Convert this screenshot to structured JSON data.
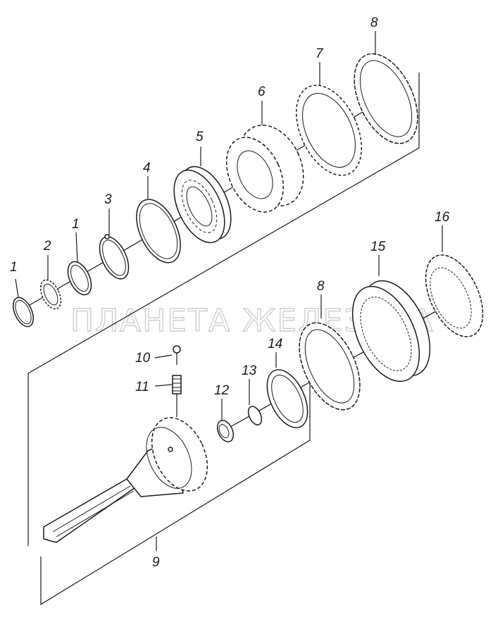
{
  "watermark": "ПЛАНЕТА ЖЕЛЕЗЯКА",
  "callouts": {
    "c1a": "1",
    "c2": "2",
    "c1b": "1",
    "c3": "3",
    "c4": "4",
    "c5": "5",
    "c6": "6",
    "c7": "7",
    "c8a": "8",
    "c16": "16",
    "c15": "15",
    "c8b": "8",
    "c14": "14",
    "c13": "13",
    "c12": "12",
    "c11": "11",
    "c10": "10",
    "c9": "9"
  }
}
